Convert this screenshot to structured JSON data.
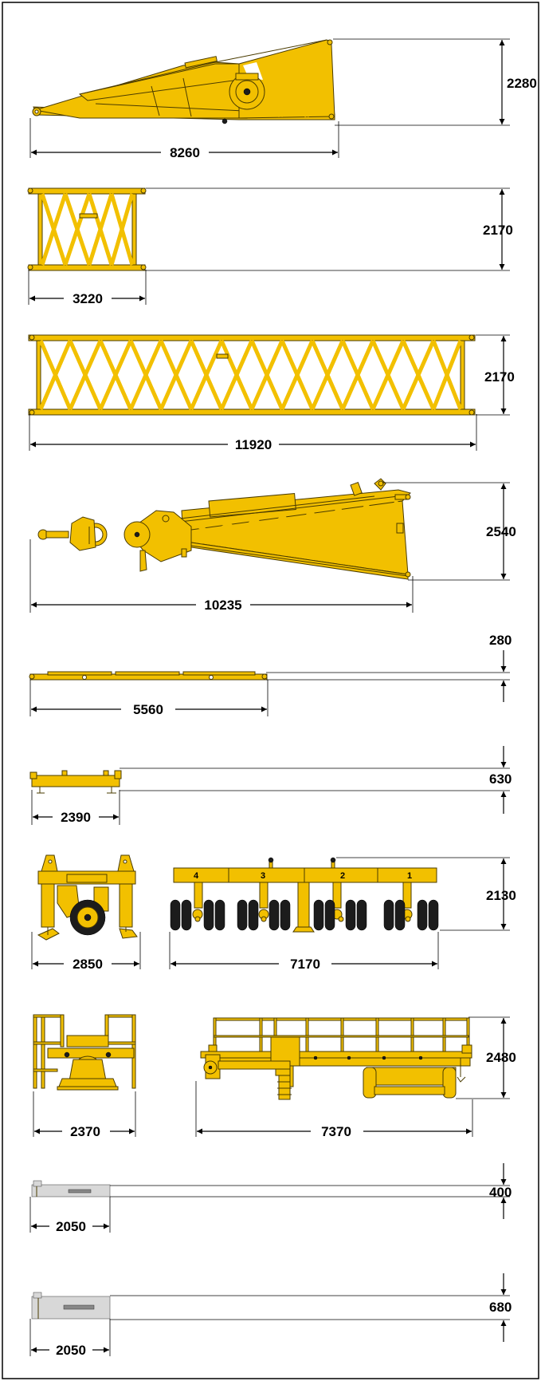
{
  "components": [
    {
      "id": "boom-head-section",
      "width": "8260",
      "height": "2280"
    },
    {
      "id": "lattice-section-short",
      "width": "3220",
      "height": "2170"
    },
    {
      "id": "lattice-section-long",
      "width": "11920",
      "height": "2170"
    },
    {
      "id": "boom-base-section",
      "width": "10235",
      "height": "2540"
    },
    {
      "id": "flat-beam",
      "width": "5560",
      "height": "280"
    },
    {
      "id": "crossbeam",
      "width": "2390",
      "height": "630"
    },
    {
      "id": "dolly-axle-unit",
      "width_front": "2850",
      "width_side": "7170",
      "height": "2130",
      "axle_numbers": [
        "4",
        "3",
        "2",
        "1"
      ]
    },
    {
      "id": "slewing-platform",
      "width_front": "2370",
      "width_side": "7370",
      "height": "2480"
    },
    {
      "id": "counterweight-slab-thin",
      "width": "2050",
      "height": "400"
    },
    {
      "id": "counterweight-slab-thick",
      "width": "2050",
      "height": "680"
    }
  ],
  "colors": {
    "component_yellow": "#f2c000",
    "outline_dark": "#4a3b00",
    "dimension_black": "#000000",
    "border": "#000000"
  }
}
